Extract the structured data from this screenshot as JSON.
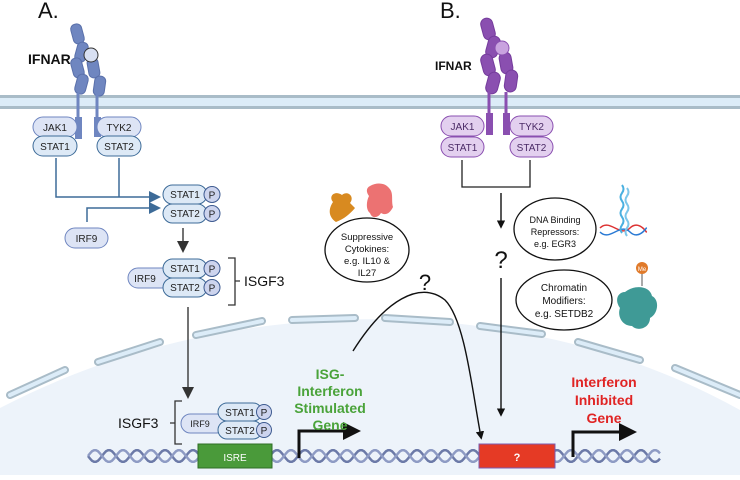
{
  "panels": {
    "a": {
      "label": "A.",
      "receptor": "IFNAR",
      "kinases": [
        "JAK1",
        "TYK2"
      ],
      "stats": [
        "STAT1",
        "STAT2"
      ],
      "dimer": [
        "STAT1",
        "STAT2"
      ],
      "irf9": "IRF9",
      "phospho": "P",
      "complex_label": "ISGF3",
      "promoter": "ISRE",
      "gene_label": [
        "ISG-",
        "Interferon",
        "Stimulated",
        "Gene"
      ]
    },
    "b": {
      "label": "B.",
      "receptor": "IFNAR",
      "kinases": [
        "JAK1",
        "TYK2"
      ],
      "stats": [
        "STAT1",
        "STAT2"
      ],
      "question": "?",
      "repressors": [
        "DNA Binding",
        "Repressors:",
        "e.g. EGR3"
      ],
      "modifiers": [
        "Chromatin",
        "Modifiers:",
        "e.g. SETDB2"
      ],
      "methyl": "Me",
      "promoter": "?",
      "gene_label": [
        "Interferon",
        "Inhibited",
        "Gene"
      ]
    },
    "middle": {
      "cytokines": [
        "Suppressive",
        "Cytokines:",
        "e.g. IL10 &",
        "IL27"
      ],
      "question": "?"
    }
  },
  "colors": {
    "panel_a": "#6f86c0",
    "panel_a_light": "#dde9f6",
    "panel_a_line": "#3d6b98",
    "panel_b": "#8a4fb0",
    "panel_b_light": "#e3d0ef",
    "membrane_outer": "#a9bcc8",
    "membrane_inner": "#dcecf8",
    "nucleus": "#edf3fa",
    "isre": "#4a9a3a",
    "unknown_promoter": "#e53a25",
    "stimulated_text": "#4aa33a",
    "inhibited_text": "#e02424",
    "dna": "#6c7aa8"
  }
}
